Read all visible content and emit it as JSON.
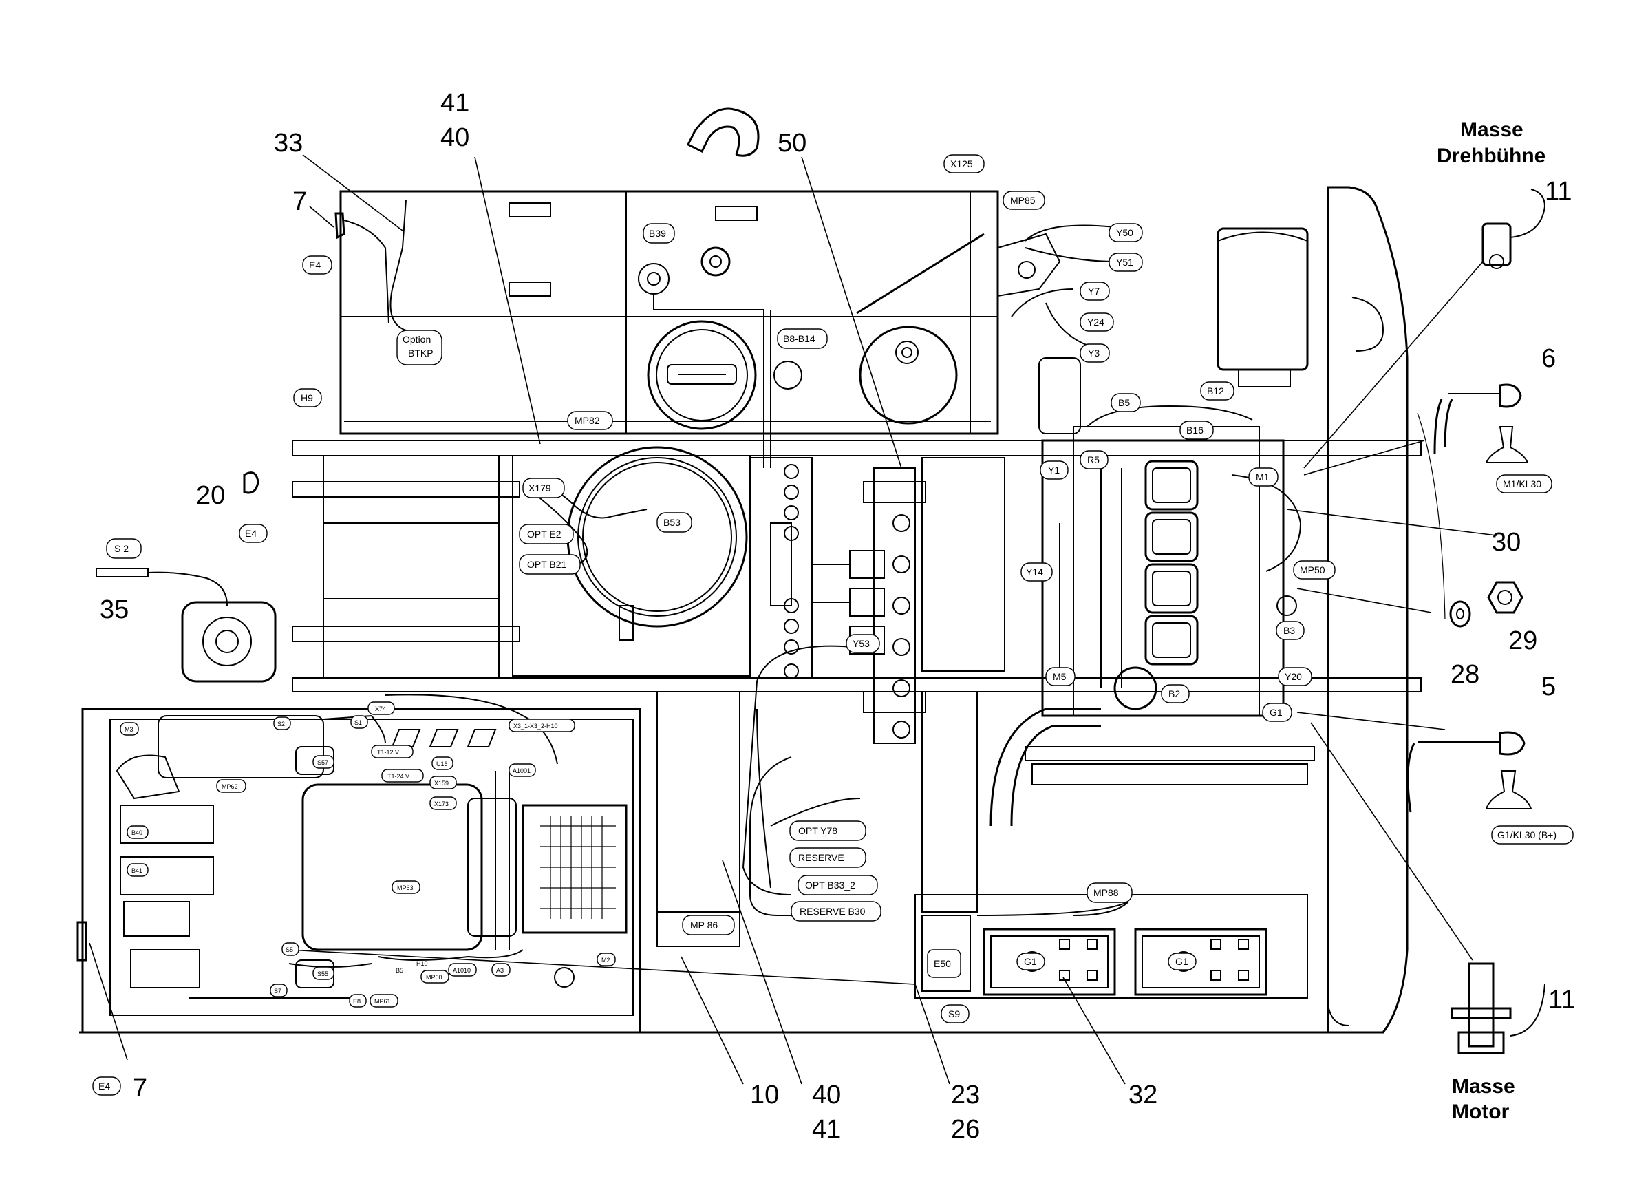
{
  "callouts": {
    "c33": "33",
    "c41_top": "41",
    "c40_top": "40",
    "c50": "50",
    "c7_top": "7",
    "c20": "20",
    "c35": "35",
    "c11_top": "11",
    "c6": "6",
    "c30": "30",
    "c29": "29",
    "c28": "28",
    "c5": "5",
    "c11_bottom": "11",
    "c7_bottom": "7",
    "c10": "10",
    "c40_bottom": "40",
    "c41_bottom": "41",
    "c23": "23",
    "c26": "26",
    "c32": "32"
  },
  "titles": {
    "masse_drehbuehne_1": "Masse",
    "masse_drehbuehne_2": "Drehbühne",
    "masse_motor_1": "Masse",
    "masse_motor_2": "Motor"
  },
  "tags": {
    "X125": "X125",
    "MP85": "MP85",
    "Y50": "Y50",
    "Y51": "Y51",
    "Y7": "Y7",
    "Y24": "Y24",
    "Y3": "Y3",
    "B39": "B39",
    "B8_B14": "B8-B14",
    "E4_a": "E4",
    "E4_b": "E4",
    "E4_c": "E4",
    "Option": "Option",
    "BTKP": "BTKP",
    "H9": "H9",
    "MP82": "MP82",
    "X179": "X179",
    "OPT_E2": "OPT E2",
    "OPT_B21": "OPT B21",
    "B53": "B53",
    "S2": "S 2",
    "B5": "B5",
    "B12": "B12",
    "B16": "B16",
    "R5": "R5",
    "Y1": "Y1",
    "M1": "M1",
    "M1_KL30": "M1/KL30",
    "Y14": "Y14",
    "MP50": "MP50",
    "B3": "B3",
    "M5": "M5",
    "B2": "B2",
    "Y20": "Y20",
    "G1": "G1",
    "G1_KL30": "G1/KL30 (B+)",
    "Y53": "Y53",
    "X74": "X74",
    "OPT_Y78": "OPT Y78",
    "RESERVE": "RESERVE",
    "OPT_B33_2": "OPT B33_2",
    "RESERVE_B30": "RESERVE B30",
    "MP86": "MP 86",
    "MP88": "MP88",
    "E50": "E50",
    "S9": "S9",
    "G1_a": "G1",
    "G1_b": "G1",
    "T1_12V": "T1-12 V",
    "T1_24V": "T1-24 V",
    "X159": "X159",
    "X173": "X173",
    "U16": "U16",
    "A1001": "A1001",
    "X3": "X3_1-X3_2-H10",
    "MP62": "MP62",
    "S57": "S57",
    "B40": "B40",
    "B41": "B41",
    "MP63": "MP63",
    "S55": "S55",
    "MP60": "MP60",
    "A1010": "A1010",
    "A3": "A3",
    "M2": "M2",
    "M3": "M3",
    "S1": "S1",
    "S2_small": "S2",
    "S5": "S5",
    "S7": "S7",
    "E8": "E8",
    "MP61": "MP61",
    "B5_small": "B5",
    "H10": "H10"
  },
  "icons": {
    "clamp": "cable-clamp-icon",
    "ground_bolt": "ground-bolt-icon",
    "nut": "hex-nut-icon",
    "washer": "washer-icon"
  }
}
